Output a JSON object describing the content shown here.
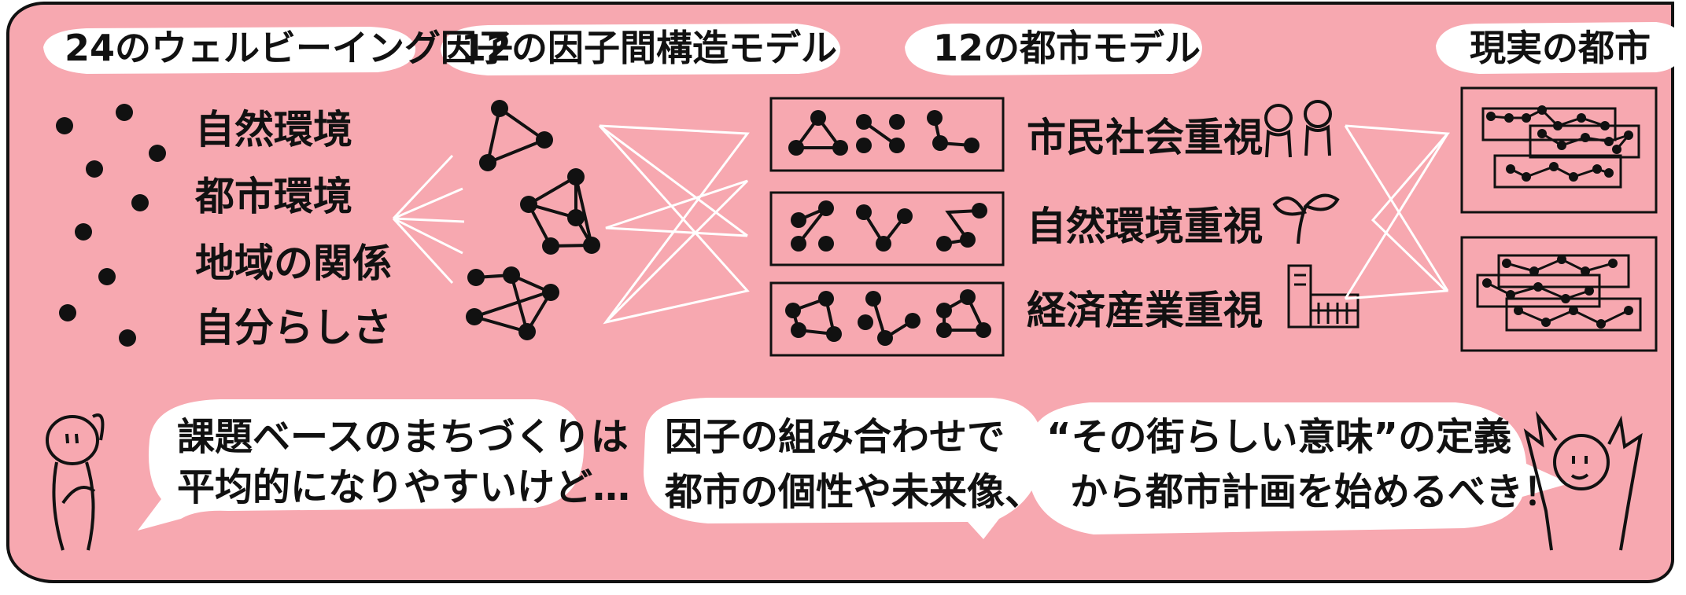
{
  "headers": {
    "factors": "24のウェルビーイング因子",
    "structure_models": "12の因子間構造モデル",
    "city_models": "12の都市モデル",
    "real_cities": "現実の都市"
  },
  "factor_categories": [
    "自然環境",
    "都市環境",
    "地域の関係",
    "自分らしさ"
  ],
  "city_models": [
    {
      "label": "市民社会重視",
      "icon": "people-icon"
    },
    {
      "label": "自然環境重視",
      "icon": "sprout-icon"
    },
    {
      "label": "経済産業重視",
      "icon": "building-icon"
    }
  ],
  "bubbles": {
    "left": {
      "line1": "課題ベースのまちづくりは",
      "line2": "平均的になりやすいけど…"
    },
    "middle": {
      "line1": "因子の組み合わせで",
      "line2": "都市の個性や未来像、"
    },
    "right": {
      "line1": "“その街らしい意味”の定義",
      "line2": "から都市計画を始めるべき！"
    }
  },
  "colors": {
    "board": "#f7a8b0",
    "ink": "#111111",
    "bubble": "#ffffff"
  }
}
